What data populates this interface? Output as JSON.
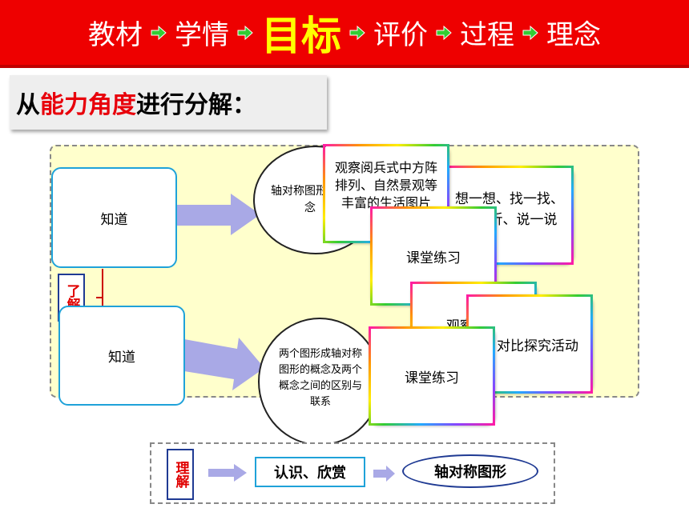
{
  "nav": {
    "items": [
      "教材",
      "学情",
      "目标",
      "评价",
      "过程",
      "理念"
    ],
    "active": "目标",
    "bar_color": "#ee0000",
    "active_color": "#ffff00",
    "arrow_icon": "green-right-arrow-icon"
  },
  "subtitle": {
    "prefix": "从",
    "highlight": "能力角度",
    "suffix": "进行分解："
  },
  "upper_row": {
    "know_box": "知道",
    "circle_text": "轴对称图形的概念",
    "card_observe": "观察阅兵式中方阵排列、自然景观等丰富的生活图片",
    "card_think": "想一想、找一找、折一折、说一说",
    "card_practice": "课堂练习"
  },
  "left_label": "了解",
  "lower_row": {
    "know_box": "知道",
    "circle_text": "两个图形成轴对称图形的概念及两个概念之间的区别与联系",
    "card_observe": "观察吹墨",
    "card_explore": "对比探究活动",
    "card_practice": "课堂练习"
  },
  "bottom": {
    "label": "理解",
    "recognize": "认识、欣赏",
    "target": "轴对称图形"
  }
}
